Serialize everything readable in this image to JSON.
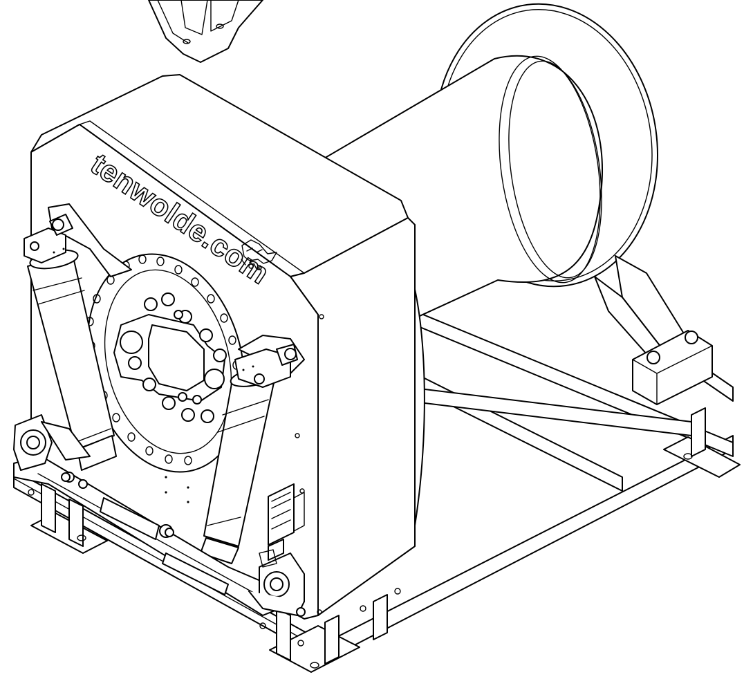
{
  "brand": {
    "text": "tenwolde.com",
    "logo_icon": "tenwolde-wolf-logo"
  },
  "drawing": {
    "style": "black line art on white",
    "line_color": "#000000",
    "background_color": "#ffffff"
  }
}
